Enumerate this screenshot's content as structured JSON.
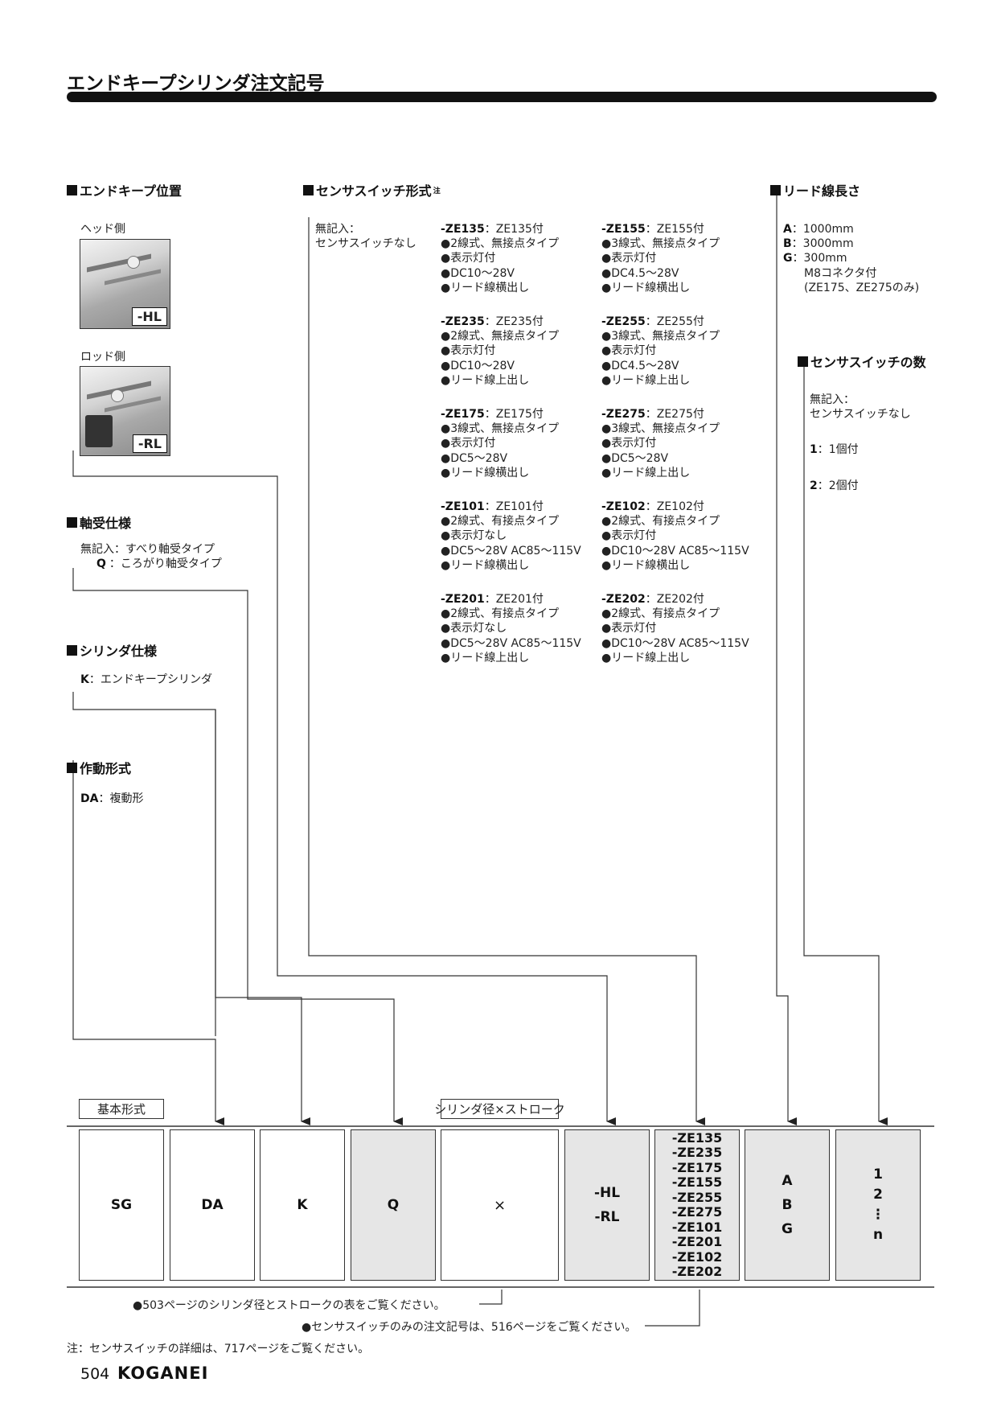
{
  "page_title": "エンドキープシリンダ注文記号",
  "sections": {
    "position": {
      "heading": "エンドキープ位置",
      "head_label": "ヘッド側",
      "head_tag": "-HL",
      "rod_label": "ロッド側",
      "rod_tag": "-RL"
    },
    "bearing": {
      "heading": "軸受仕様",
      "line1": "無記入：すべり軸受タイプ",
      "line2_code": "Q",
      "line2_text": "：ころがり軸受タイプ"
    },
    "cylinder": {
      "heading": "シリンダ仕様",
      "code": "K",
      "text": "：エンドキープシリンダ"
    },
    "action": {
      "heading": "作動形式",
      "code": "DA",
      "text": "：複動形"
    },
    "sensor": {
      "heading": "センサスイッチ形式",
      "note_mark": "注",
      "none_line1": "無記入：",
      "none_line2": "センサスイッチなし",
      "items": [
        {
          "code": "-ZE135",
          "title": "：ZE135付",
          "lines": [
            "●2線式、無接点タイプ",
            "●表示灯付",
            "●DC10～28V",
            "●リード線横出し"
          ]
        },
        {
          "code": "-ZE155",
          "title": "：ZE155付",
          "lines": [
            "●3線式、無接点タイプ",
            "●表示灯付",
            "●DC4.5～28V",
            "●リード線横出し"
          ]
        },
        {
          "code": "-ZE235",
          "title": "：ZE235付",
          "lines": [
            "●2線式、無接点タイプ",
            "●表示灯付",
            "●DC10～28V",
            "●リード線上出し"
          ]
        },
        {
          "code": "-ZE255",
          "title": "：ZE255付",
          "lines": [
            "●3線式、無接点タイプ",
            "●表示灯付",
            "●DC4.5～28V",
            "●リード線上出し"
          ]
        },
        {
          "code": "-ZE175",
          "title": "：ZE175付",
          "lines": [
            "●3線式、無接点タイプ",
            "●表示灯付",
            "●DC5～28V",
            "●リード線横出し"
          ]
        },
        {
          "code": "-ZE275",
          "title": "：ZE275付",
          "lines": [
            "●3線式、無接点タイプ",
            "●表示灯付",
            "●DC5～28V",
            "●リード線上出し"
          ]
        },
        {
          "code": "-ZE101",
          "title": "：ZE101付",
          "lines": [
            "●2線式、有接点タイプ",
            "●表示灯なし",
            "●DC5～28V AC85～115V",
            "●リード線横出し"
          ]
        },
        {
          "code": "-ZE102",
          "title": "：ZE102付",
          "lines": [
            "●2線式、有接点タイプ",
            "●表示灯付",
            "●DC10～28V AC85～115V",
            "●リード線横出し"
          ]
        },
        {
          "code": "-ZE201",
          "title": "：ZE201付",
          "lines": [
            "●2線式、有接点タイプ",
            "●表示灯なし",
            "●DC5～28V AC85～115V",
            "●リード線上出し"
          ]
        },
        {
          "code": "-ZE202",
          "title": "：ZE202付",
          "lines": [
            "●2線式、有接点タイプ",
            "●表示灯付",
            "●DC10～28V AC85～115V",
            "●リード線上出し"
          ]
        }
      ]
    },
    "lead": {
      "heading": "リード線長さ",
      "a_code": "A",
      "a_text": "：1000mm",
      "b_code": "B",
      "b_text": "：3000mm",
      "g_code": "G",
      "g_text": "：300mm",
      "g_line2": "M8コネクタ付",
      "g_line3": "(ZE175、ZE275のみ)"
    },
    "count": {
      "heading": "センサスイッチの数",
      "none_line1": "無記入：",
      "none_line2": "センサスイッチなし",
      "one_code": "1",
      "one_text": "：1個付",
      "two_code": "2",
      "two_text": "：2個付"
    }
  },
  "code_labels": {
    "basic": "基本形式",
    "bore_stroke": "シリンダ径×ストローク"
  },
  "code_boxes": {
    "sg": "SG",
    "da": "DA",
    "k": "K",
    "q": "Q",
    "x": "×",
    "hl": "-HL",
    "rl": "-RL",
    "sensors": [
      "-ZE135",
      "-ZE235",
      "-ZE175",
      "-ZE155",
      "-ZE255",
      "-ZE275",
      "-ZE101",
      "-ZE201",
      "-ZE102",
      "-ZE202"
    ],
    "lead": [
      "A",
      "B",
      "G"
    ],
    "count": [
      "1",
      "2",
      "⋮",
      "n"
    ]
  },
  "notes": {
    "bore_note": "●503ページのシリンダ径とストロークの表をご覧ください。",
    "sensor_note": "●センサスイッチのみの注文記号は、516ページをご覧ください。",
    "footnote": "注：センサスイッチの詳細は、717ページをご覧ください。"
  },
  "footer": {
    "page_number": "504",
    "brand": "KOGANEI"
  }
}
